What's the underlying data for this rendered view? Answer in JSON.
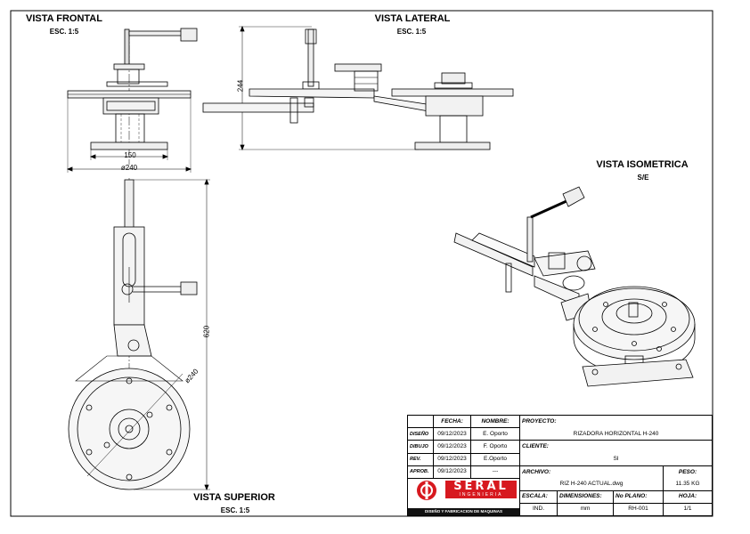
{
  "views": {
    "front": {
      "title": "VISTA FRONTAL",
      "scale": "ESC. 1:5",
      "dims": [
        "150",
        "ø240"
      ]
    },
    "side": {
      "title": "VISTA LATERAL",
      "scale": "ESC. 1:5",
      "dims": [
        "244"
      ]
    },
    "iso": {
      "title": "VISTA ISOMETRICA",
      "scale": "S/E"
    },
    "top": {
      "title": "VISTA SUPERIOR",
      "scale": "ESC. 1:5",
      "dims": [
        "620",
        "ø240"
      ]
    }
  },
  "title_block": {
    "headers": {
      "fecha": "FECHA:",
      "nombre": "NOMBRE:",
      "proyecto": "PROYECTO:",
      "cliente": "CLIENTE:",
      "archivo": "ARCHIVO:",
      "peso": "PESO:",
      "escala": "ESCALA:",
      "dimensiones": "DIMENSIONES:",
      "no_plano": "No PLANO:",
      "hoja": "HOJA:"
    },
    "rows": [
      {
        "role": "DISEÑO",
        "date": "09/12/2023",
        "name": "E. Oporto"
      },
      {
        "role": "DIBUJO",
        "date": "09/12/2023",
        "name": "F. Oporto"
      },
      {
        "role": "REV.",
        "date": "09/12/2023",
        "name": "E.Oporto"
      },
      {
        "role": "APROB.",
        "date": "09/12/2023",
        "name": "---"
      }
    ],
    "project": "RIZADORA HORIZONTAL H-240",
    "client": "SI",
    "file": "RIZ H-240 ACTUAL.dwg",
    "weight": "11.35 KG",
    "scale": "IND.",
    "dimensions": "mm",
    "plan_no": "RH-001",
    "sheet": "1/1",
    "logo": {
      "name": "SERAL",
      "sub": "INGENIERIA",
      "tagline": "DISEÑO Y FABRICACION DE MAQUINAS",
      "color": "#d7191f"
    }
  }
}
